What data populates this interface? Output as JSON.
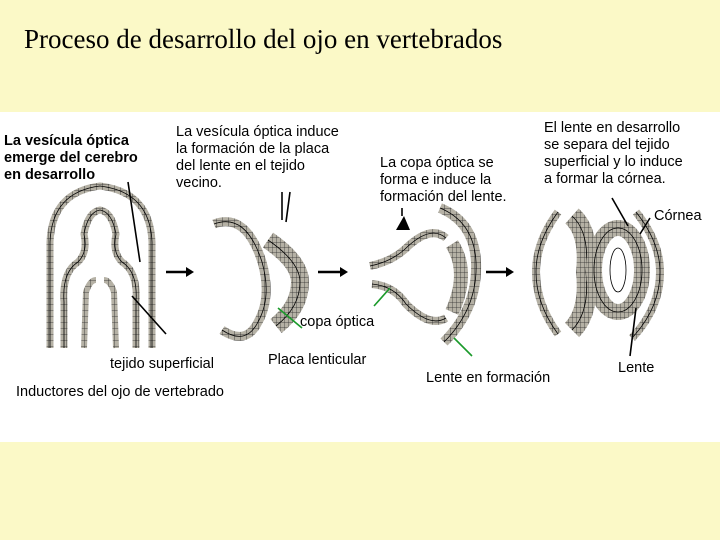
{
  "title": "Proceso de desarrollo del ojo en vertebrados",
  "colors": {
    "slide_background": "#fbf9c7",
    "figure_background": "#ffffff",
    "tissue_fill": "#b5b1a5",
    "tissue_outline": "#000000",
    "pointer_green": "#1a9a2a"
  },
  "labels": {
    "step1": [
      "La vesícula óptica",
      "emerge del cerebro",
      "en desarrollo"
    ],
    "step2": [
      "La vesícula óptica induce",
      "la formación de la placa",
      "del lente en el tejido",
      "vecino."
    ],
    "step3": [
      "La copa óptica se",
      "forma e induce la",
      "formación del lente."
    ],
    "step4": [
      "El lente en desarrollo",
      "se separa del tejido",
      "superficial y lo induce",
      "a formar la córnea."
    ],
    "cornea": "Córnea",
    "optic_cup": "copa óptica",
    "surface_tissue": "tejido superficial",
    "lens_placode": "Placa lenticular",
    "lens_forming": "Lente en formación",
    "lens": "Lente",
    "caption": "Inductores del ojo de vertebrado"
  }
}
